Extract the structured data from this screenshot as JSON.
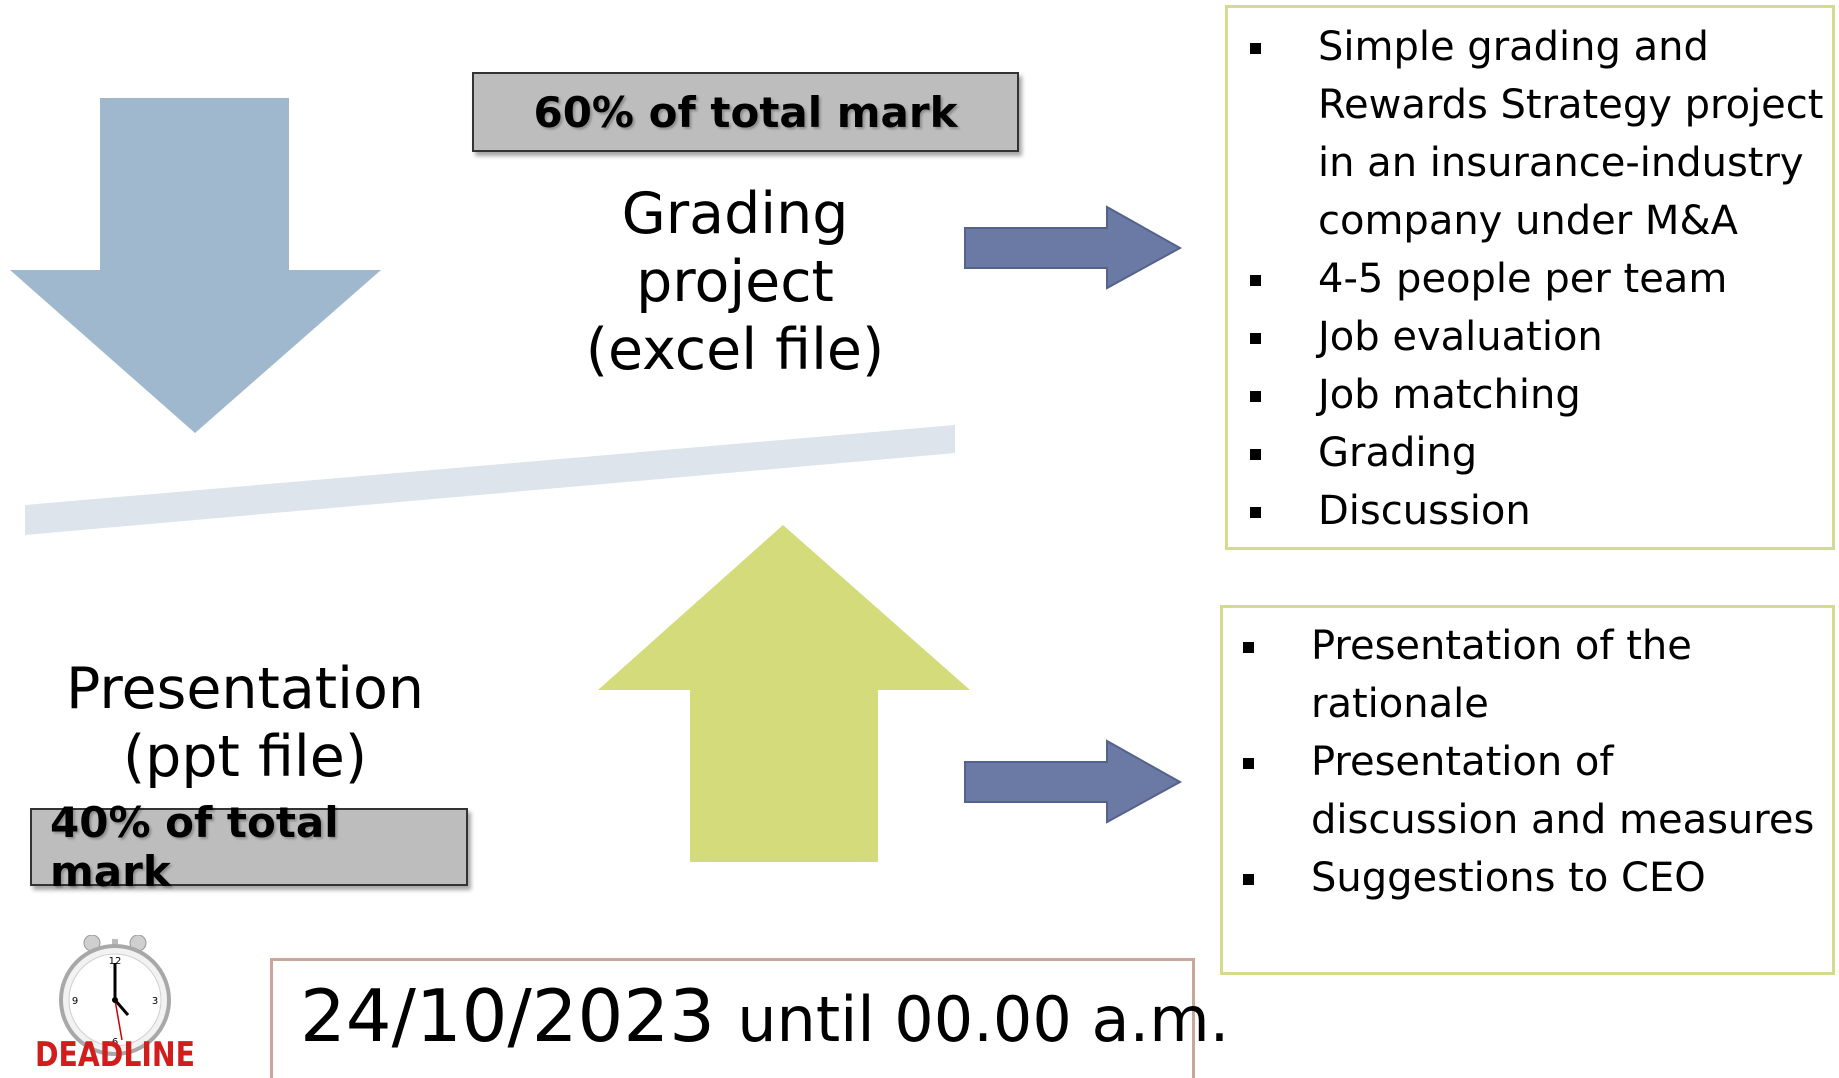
{
  "grading": {
    "mark": "60% of total mark",
    "title_lines": [
      "Grading",
      "project",
      "(excel file)"
    ],
    "bullets": [
      "Simple grading and Rewards Strategy project in an insurance-industry company under M&A",
      "4-5 people per team",
      "Job evaluation",
      "Job matching",
      "Grading",
      "Discussion"
    ]
  },
  "presentation": {
    "mark": "40% of total mark",
    "title_lines": [
      "Presentation",
      "(ppt file)"
    ],
    "bullets": [
      "Presentation of the rationale",
      "Presentation of discussion and measures",
      "Suggestions to CEO"
    ]
  },
  "deadline": {
    "date": "24/10/2023",
    "time": "until 00.00 a.m.",
    "logo_text": "DEADLINE"
  },
  "colors": {
    "down_arrow": "#a0b8cd",
    "up_arrow": "#d3db7b",
    "right_arrow": "#6a7aa4",
    "divider": "#dde4ec",
    "box_border": "#d5db8e"
  }
}
